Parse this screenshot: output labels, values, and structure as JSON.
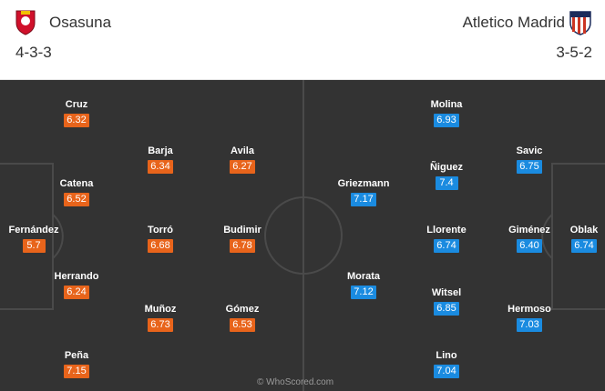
{
  "home": {
    "name": "Osasuna",
    "formation": "4-3-3",
    "color": "#e8641b",
    "crest_icon": "osasuna-crest-icon",
    "players": [
      {
        "name": "Cruz",
        "rating": "6.32"
      },
      {
        "name": "Barja",
        "rating": "6.34"
      },
      {
        "name": "Avila",
        "rating": "6.27"
      },
      {
        "name": "Catena",
        "rating": "6.52"
      },
      {
        "name": "Fernández",
        "rating": "5.7"
      },
      {
        "name": "Torró",
        "rating": "6.68"
      },
      {
        "name": "Budimir",
        "rating": "6.78"
      },
      {
        "name": "Herrando",
        "rating": "6.24"
      },
      {
        "name": "Muñoz",
        "rating": "6.73"
      },
      {
        "name": "Gómez",
        "rating": "6.53"
      },
      {
        "name": "Peña",
        "rating": "7.15"
      }
    ]
  },
  "away": {
    "name": "Atletico Madrid",
    "formation": "3-5-2",
    "color": "#1a8be0",
    "crest_icon": "atletico-madrid-crest-icon",
    "players": [
      {
        "name": "Molina",
        "rating": "6.93"
      },
      {
        "name": "Savic",
        "rating": "6.75"
      },
      {
        "name": "Ñiguez",
        "rating": "7.4"
      },
      {
        "name": "Griezmann",
        "rating": "7.17"
      },
      {
        "name": "Llorente",
        "rating": "6.74"
      },
      {
        "name": "Giménez",
        "rating": "6.40"
      },
      {
        "name": "Oblak",
        "rating": "6.74"
      },
      {
        "name": "Morata",
        "rating": "7.12"
      },
      {
        "name": "Witsel",
        "rating": "6.85"
      },
      {
        "name": "Hermoso",
        "rating": "7.03"
      },
      {
        "name": "Lino",
        "rating": "7.04"
      }
    ]
  },
  "watermark": "© WhoScored.com",
  "pitch_color": "#333333"
}
